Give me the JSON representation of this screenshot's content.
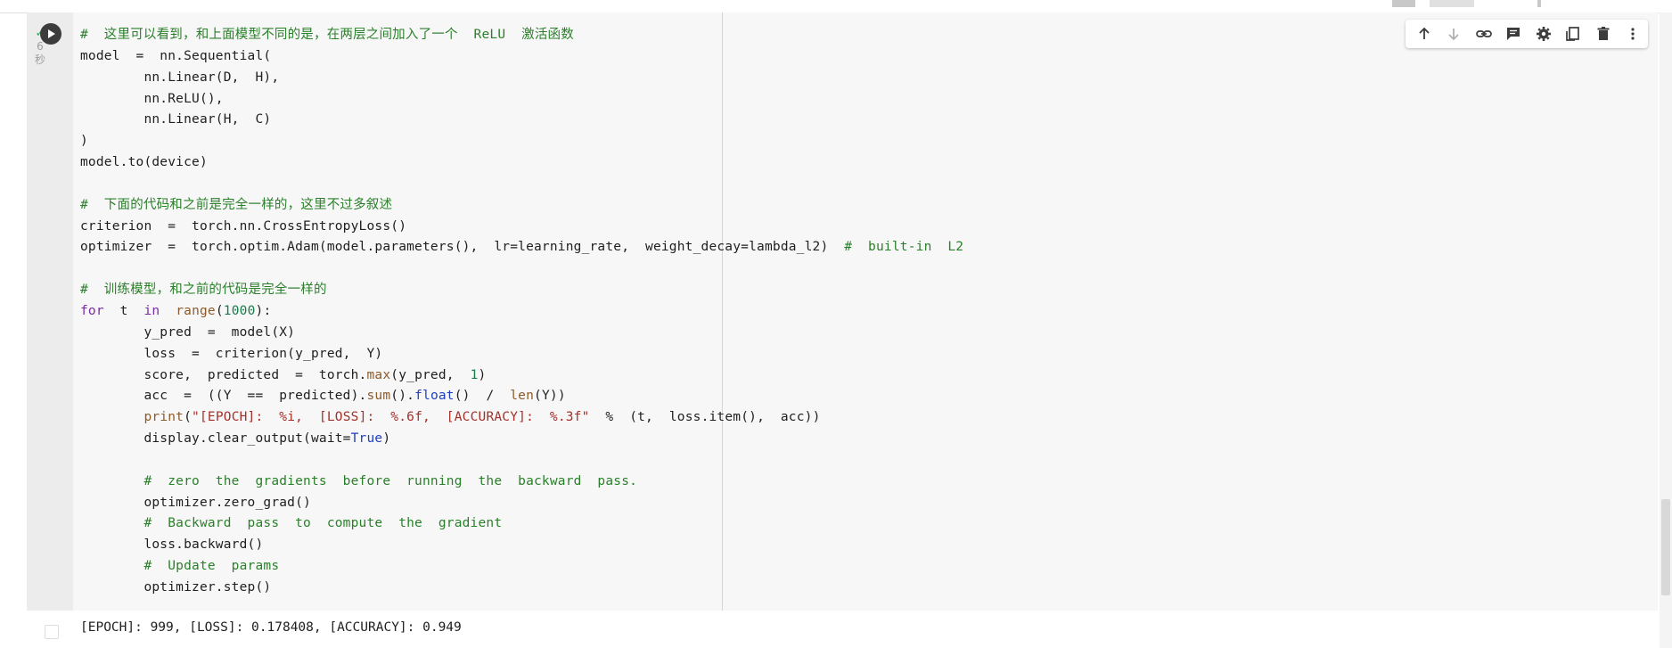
{
  "cell": {
    "status_check": "✓",
    "status_time_digit": "6",
    "status_time_unit": "秒",
    "run_button_label": "Run cell",
    "code_lines": {
      "l1": "#  这里可以看到，和上面模型不同的是，在两层之间加入了一个  ReLU  激活函数",
      "l2": "model  =  nn.Sequential(",
      "l3": "        nn.Linear(D,  H),",
      "l4": "        nn.ReLU(),",
      "l5": "        nn.Linear(H,  C)",
      "l6": ")",
      "l7": "model.to(device)",
      "l8": "",
      "l9": "#  下面的代码和之前是完全一样的，这里不过多叙述",
      "l10": "criterion  =  torch.nn.CrossEntropyLoss()",
      "l11": "optimizer  =  torch.optim.Adam(model.parameters(),  lr=learning_rate,  weight_decay=lambda_l2)  ",
      "l11_comment": "#  built-in  L2",
      "l12": "",
      "l13": "#  训练模型，和之前的代码是完全一样的",
      "l14_kw1": "for",
      "l14_a": "  t  ",
      "l14_kw2": "in",
      "l14_b": "  ",
      "l14_fn": "range",
      "l14_c": "(",
      "l14_num": "1000",
      "l14_d": "):",
      "l15": "        y_pred  =  model(X)",
      "l16": "        loss  =  criterion(y_pred,  Y)",
      "l17a": "        score,  predicted  =  torch.",
      "l17fn": "max",
      "l17b": "(y_pred,  ",
      "l17num": "1",
      "l17c": ")",
      "l18a": "        acc  =  ((Y  ==  predicted).",
      "l18fn1": "sum",
      "l18b": "().",
      "l18fn2": "float",
      "l18c": "()  /  ",
      "l18fn3": "len",
      "l18d": "(Y))",
      "l19a": "        ",
      "l19fn": "print",
      "l19b": "(",
      "l19str": "\"[EPOCH]:  %i,  [LOSS]:  %.6f,  [ACCURACY]:  %.3f\"",
      "l19c": "  %  (t,  loss.item(),  acc))",
      "l20a": "        display.clear_output(wait=",
      "l20const": "True",
      "l20b": ")",
      "l21": "",
      "l22": "        #  zero  the  gradients  before  running  the  backward  pass.",
      "l23": "        optimizer.zero_grad()",
      "l24": "        #  Backward  pass  to  compute  the  gradient",
      "l25": "        loss.backward()",
      "l26": "        #  Update  params",
      "l27": "        optimizer.step()"
    },
    "output_text": "[EPOCH]: 999, [LOSS]: 0.178408, [ACCURACY]: 0.949"
  },
  "toolbar": {
    "icons": [
      "arrow-up-icon",
      "arrow-down-icon",
      "link-icon",
      "comment-icon",
      "gear-icon",
      "mirror-cell-icon",
      "trash-icon",
      "more-vert-icon"
    ]
  },
  "colors": {
    "comment": "#2a7f2a",
    "keyword": "#7a2aa5",
    "builtin": "#8b5a2b",
    "number": "#1a7a4a",
    "string": "#a3302a",
    "constant": "#2040c0",
    "gutter": "#ececec",
    "editor_bg": "#f7f7f7"
  }
}
